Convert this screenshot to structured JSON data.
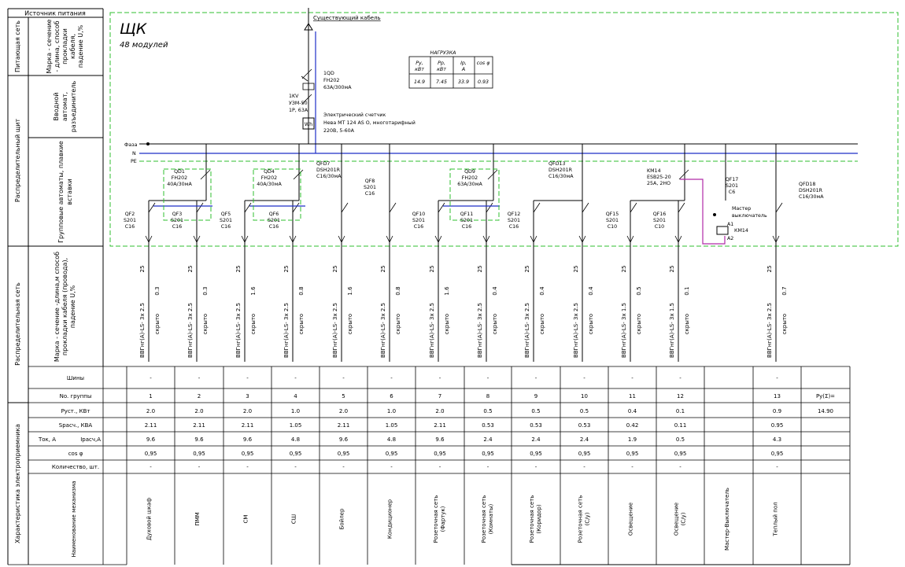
{
  "left_panel": {
    "source_label": "Источник питания",
    "row_supply": "Питающая сеть",
    "row_supply_desc": "Марка - сечение - длина, способ прокладки кабеля, падение U,%",
    "row_panel": "Распределительный щит",
    "row_input": "Вводной автомат, разъединитель",
    "row_group": "Групповые автоматы, плавкие вставки",
    "row_network": "Распределительная сеть",
    "row_network_desc": "Марка - сечение -длина,м способ прокладки кабеля (провода), падение U,%",
    "row_char": "Характеристика электроприемника"
  },
  "panel": {
    "title": "ЩК",
    "modules": "48 модулей",
    "existing_cable": "Существующий кабель",
    "main_device": {
      "name": "1QD",
      "type": "FH202",
      "rating": "63А/300мА"
    },
    "voltage_relay": {
      "name": "1KV",
      "type": "УЗМ-50",
      "rating1": "1P, 63А"
    },
    "meter": {
      "symbol": "Wh",
      "line1": "Электрический счетчик",
      "line2": "Нева МТ 124 AS O, многотарифный",
      "line3": "220В, 5-60А"
    },
    "bus_phase": "Фаза",
    "bus_n": "N",
    "bus_pe": "PE"
  },
  "load_table": {
    "caption": "НАГРУЗКА",
    "headers": [
      [
        "Ру,",
        "кВт"
      ],
      [
        "Рр,",
        "кВт"
      ],
      [
        "Iр,",
        "А"
      ],
      [
        "cos φ",
        ""
      ]
    ],
    "values": [
      "14.9",
      "7.45",
      "33.9",
      "0.93"
    ]
  },
  "devices": [
    {
      "id": "qd1",
      "name": "QD1",
      "type": "FH202",
      "rating": "40А/30мА"
    },
    {
      "id": "qd4",
      "name": "QD4",
      "type": "FH202",
      "rating": "40А/30мА"
    },
    {
      "id": "qfd7",
      "name": "QFD7",
      "type": "DSH201R",
      "rating": "C16/30мА"
    },
    {
      "id": "qf8",
      "name": "QF8",
      "type": "S201",
      "rating": "C16"
    },
    {
      "id": "qd9",
      "name": "QD9",
      "type": "FH202",
      "rating": "63А/30мА"
    },
    {
      "id": "qfd13",
      "name": "QFD13",
      "type": "DSH201R",
      "rating": "C16/30мА"
    },
    {
      "id": "km14",
      "name": "KM14",
      "type": "ESB25-20",
      "rating": "25А, 2НО"
    },
    {
      "id": "qf17",
      "name": "QF17",
      "type": "S201",
      "rating": "C6"
    },
    {
      "id": "qfd18",
      "name": "QFD18",
      "type": "DSH201R",
      "rating": "C16/30мА"
    },
    {
      "id": "qf2",
      "name": "QF2",
      "type": "S201",
      "rating": "C16"
    },
    {
      "id": "qf3",
      "name": "QF3",
      "type": "S201",
      "rating": "C16"
    },
    {
      "id": "qf5",
      "name": "QF5",
      "type": "S201",
      "rating": "C16"
    },
    {
      "id": "qf6",
      "name": "QF6",
      "type": "S201",
      "rating": "C16"
    },
    {
      "id": "qf10",
      "name": "QF10",
      "type": "S201",
      "rating": "C16"
    },
    {
      "id": "qf11",
      "name": "QF11",
      "type": "S201",
      "rating": "C16"
    },
    {
      "id": "qf12",
      "name": "QF12",
      "type": "S201",
      "rating": "C16"
    },
    {
      "id": "qf15",
      "name": "QF15",
      "type": "S201",
      "rating": "C10"
    },
    {
      "id": "qf16",
      "name": "QF16",
      "type": "S201",
      "rating": "C10"
    }
  ],
  "master_switch": {
    "label1": "Мастер",
    "label2": "выключатель",
    "coil_name": "КМ14",
    "a1": "A1",
    "a2": "A2"
  },
  "cables": [
    {
      "num": "25",
      "mark": "ВВГнг(А)-LS- 3х 2.5",
      "install": "скрыто",
      "drop": "0.3"
    },
    {
      "num": "25",
      "mark": "ВВГнг(А)-LS- 3х 2.5",
      "install": "скрыто",
      "drop": "0.3"
    },
    {
      "num": "25",
      "mark": "ВВГнг(А)-LS- 3х 2.5",
      "install": "скрыто",
      "drop": "1.6"
    },
    {
      "num": "25",
      "mark": "ВВГнг(А)-LS- 3х 2.5",
      "install": "скрыто",
      "drop": "0.8"
    },
    {
      "num": "25",
      "mark": "ВВГнг(А)-LS- 3х 2.5",
      "install": "скрыто",
      "drop": "1.6"
    },
    {
      "num": "25",
      "mark": "ВВГнг(А)-LS- 3х 2.5",
      "install": "скрыто",
      "drop": "0.8"
    },
    {
      "num": "25",
      "mark": "ВВГнг(А)-LS- 3х 2.5",
      "install": "скрыто",
      "drop": "1.6"
    },
    {
      "num": "25",
      "mark": "ВВГнг(А)-LS- 3х 2.5",
      "install": "скрыто",
      "drop": "0.4"
    },
    {
      "num": "25",
      "mark": "ВВГнг(А)-LS- 3х 2.5",
      "install": "скрыто",
      "drop": "0.4"
    },
    {
      "num": "25",
      "mark": "ВВГнг(А)-LS- 3х 2.5",
      "install": "скрыто",
      "drop": "0.4"
    },
    {
      "num": "25",
      "mark": "ВВГнг(А)-LS- 3х 1.5",
      "install": "скрыто",
      "drop": "0.5"
    },
    {
      "num": "25",
      "mark": "ВВГнг(А)-LS- 3х 1.5",
      "install": "скрыто",
      "drop": "0.1"
    },
    {
      "num": "25",
      "mark": "ВВГнг(А)-LS- 3х 2.5",
      "install": "скрыто",
      "drop": "0.7"
    }
  ],
  "table": {
    "labels": {
      "buses": "Шины",
      "group_no": "No. группы",
      "p_inst": "Руст., КВт",
      "s_calc": "Sрасч., КВА",
      "current": "Ток, А",
      "i_calc": "Iрасч,А",
      "cosphi": "cos φ",
      "count": "Количество, шт.",
      "mech": "Наименование механизма"
    },
    "sum_label": "Pу(Σ)=",
    "sum_value": "14.90",
    "columns": [
      {
        "bus": "-",
        "group": "1",
        "p": "2.0",
        "s": "2.11",
        "i": "9.6",
        "cos": "0,95",
        "count": "-",
        "name": "Духовой шкаф"
      },
      {
        "bus": "-",
        "group": "2",
        "p": "2.0",
        "s": "2.11",
        "i": "9.6",
        "cos": "0,95",
        "count": "-",
        "name": "ПММ"
      },
      {
        "bus": "-",
        "group": "3",
        "p": "2.0",
        "s": "2.11",
        "i": "9.6",
        "cos": "0,95",
        "count": "-",
        "name": "СМ"
      },
      {
        "bus": "-",
        "group": "4",
        "p": "1.0",
        "s": "1.05",
        "i": "4.8",
        "cos": "0,95",
        "count": "-",
        "name": "СШ"
      },
      {
        "bus": "-",
        "group": "5",
        "p": "2.0",
        "s": "2.11",
        "i": "9.6",
        "cos": "0,95",
        "count": "-",
        "name": "Бойлер"
      },
      {
        "bus": "-",
        "group": "6",
        "p": "1.0",
        "s": "1.05",
        "i": "4.8",
        "cos": "0,95",
        "count": "-",
        "name": "Кондиционер"
      },
      {
        "bus": "-",
        "group": "7",
        "p": "2.0",
        "s": "2.11",
        "i": "9.6",
        "cos": "0,95",
        "count": "-",
        "name": "Розеточная сеть (Фартук)"
      },
      {
        "bus": "-",
        "group": "8",
        "p": "0.5",
        "s": "0.53",
        "i": "2.4",
        "cos": "0,95",
        "count": "-",
        "name": "Розеточная сеть (Комнаты)"
      },
      {
        "bus": "-",
        "group": "9",
        "p": "0.5",
        "s": "0.53",
        "i": "2.4",
        "cos": "0,95",
        "count": "-",
        "name": "Розеточная сеть (Коридор)"
      },
      {
        "bus": "-",
        "group": "10",
        "p": "0.5",
        "s": "0.53",
        "i": "2.4",
        "cos": "0,95",
        "count": "-",
        "name": "Розеточная сеть (С/у)"
      },
      {
        "bus": "-",
        "group": "11",
        "p": "0.4",
        "s": "0.42",
        "i": "1.9",
        "cos": "0,95",
        "count": "-",
        "name": "Освещение"
      },
      {
        "bus": "-",
        "group": "12",
        "p": "0.1",
        "s": "0.11",
        "i": "0.5",
        "cos": "0,95",
        "count": "-",
        "name": "Освещение (С/у)"
      },
      {
        "bus": "",
        "group": "",
        "p": "",
        "s": "",
        "i": "",
        "cos": "",
        "count": "",
        "name": "Мастер-Выключатель"
      },
      {
        "bus": "-",
        "group": "13",
        "p": "0.9",
        "s": "0.95",
        "i": "4.3",
        "cos": "0,95",
        "count": "-",
        "name": "Теплый пол"
      }
    ]
  },
  "colors": {
    "green": "#2fbf2f",
    "blue": "#1f2fc8",
    "magenta": "#b02aa8"
  }
}
